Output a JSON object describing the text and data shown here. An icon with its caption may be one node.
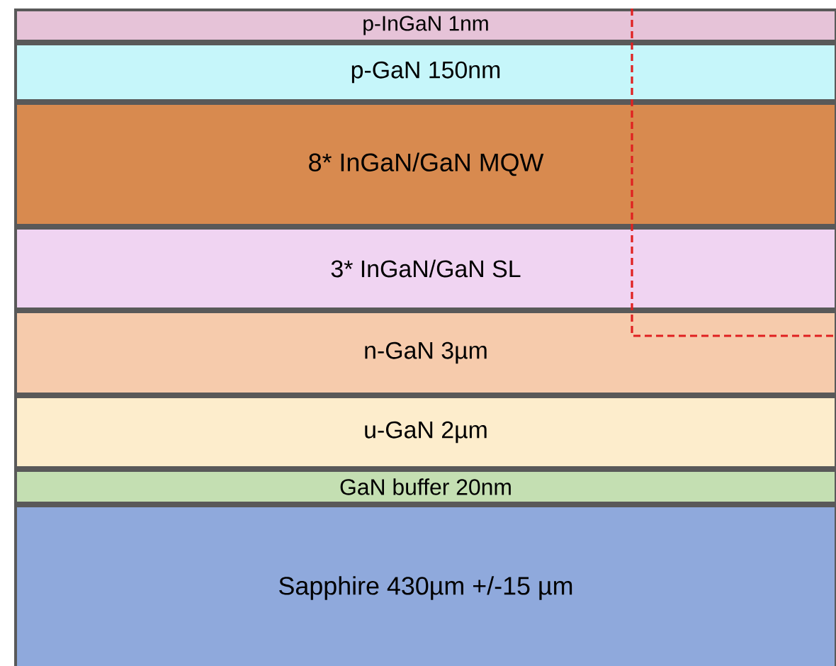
{
  "diagram": {
    "nodes": [
      {
        "text": [
          "p-InGaN  1nm"
        ]
      },
      {
        "text": [
          "p-GaN  150nm"
        ]
      },
      {
        "text": [
          "8* InGaN/GaN  MQW"
        ]
      },
      {
        "text": [
          "3* InGaN/GaN  SL"
        ]
      },
      {
        "text": [
          "n-GaN 3µm"
        ]
      },
      {
        "text": [
          "u-GaN 2µm"
        ]
      },
      {
        "text": [
          "GaN buffer 20nm"
        ]
      },
      {
        "text": [
          "Sapphire 430µm +/-15 µm"
        ]
      }
    ]
  }
}
